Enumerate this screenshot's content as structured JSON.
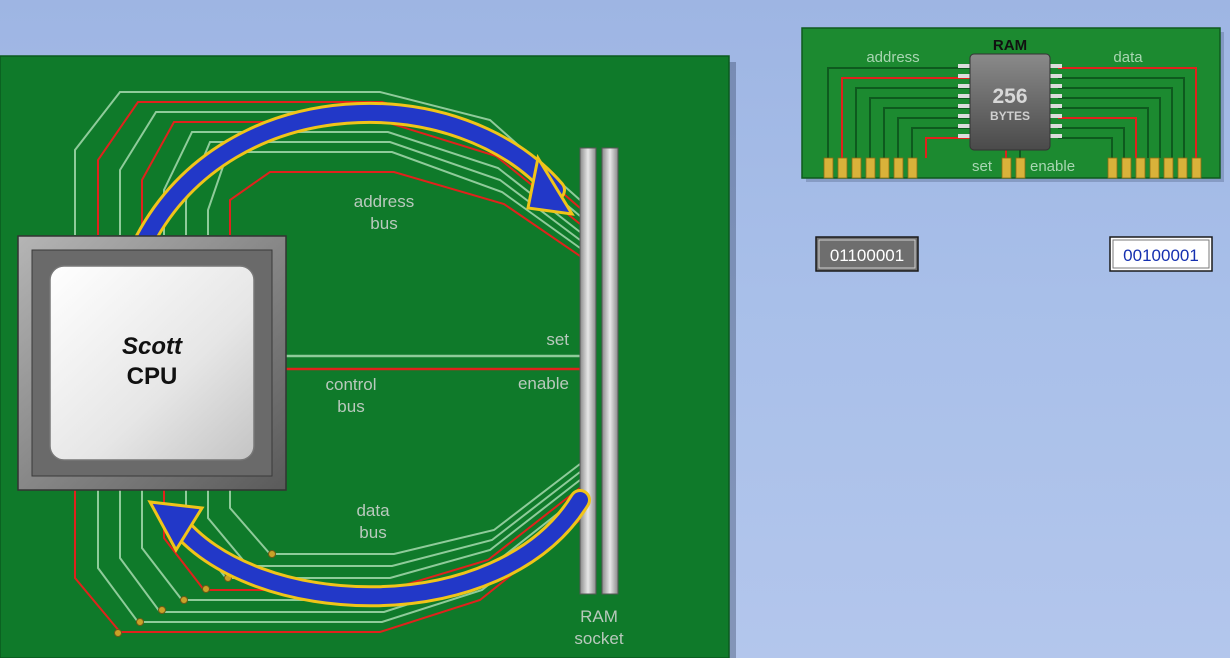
{
  "motherboard": {
    "cpu": {
      "name": "Scott",
      "type": "CPU"
    },
    "labels": {
      "address_bus": [
        "address",
        "bus"
      ],
      "control_bus": [
        "control",
        "bus"
      ],
      "data_bus": [
        "data",
        "bus"
      ],
      "set": "set",
      "enable": "enable",
      "ram_socket": [
        "RAM",
        "socket"
      ]
    }
  },
  "ram_module": {
    "title": "RAM",
    "capacity": "256",
    "unit": "BYTES",
    "address_label": "address",
    "data_label": "data",
    "set_label": "set",
    "enable_label": "enable"
  },
  "registers": {
    "address_value": "01100001",
    "data_value": "00100001"
  },
  "colors": {
    "board": "#0f7a2a",
    "trace_light": "#8fcb9a",
    "trace_red": "#e0221c",
    "arrow_blue": "#2238c8",
    "arrow_outline": "#f0c419"
  }
}
